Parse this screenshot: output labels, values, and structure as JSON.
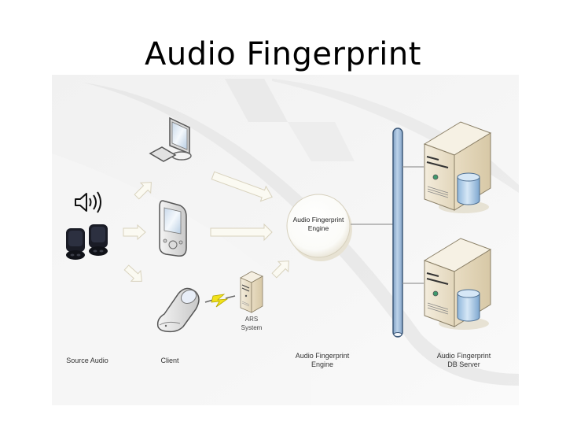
{
  "slide": {
    "title": "Audio Fingerprint"
  },
  "diagram": {
    "nodes": {
      "source_audio": {
        "icons": [
          "speaker-sound-icon",
          "speakers-icon"
        ]
      },
      "clients": [
        {
          "icon": "desktop-computer-icon"
        },
        {
          "icon": "pda-icon"
        },
        {
          "icon": "flip-phone-icon"
        }
      ],
      "ars_system": {
        "label_line1": "ARS",
        "label_line2": "System",
        "icon": "server-tower-icon"
      },
      "engine": {
        "label_line1": "Audio Fingerprint",
        "label_line2": "Engine"
      },
      "db_servers": [
        {
          "icon": "database-server-icon"
        },
        {
          "icon": "database-server-icon"
        }
      ]
    },
    "column_labels": {
      "source_audio": "Source Audio",
      "client": "Client",
      "engine_line1": "Audio Fingerprint",
      "engine_line2": "Engine",
      "db_line1": "Audio Fingerprint",
      "db_line2": "DB Server"
    },
    "colors": {
      "frame_bg": "#f0f0f0",
      "arrow_fill": "#fbfaf2",
      "arrow_stroke": "#d8d2bd",
      "bus_fill": "#a9c4e0",
      "bus_stroke": "#3e5a7a",
      "server_body": "#ece3cf",
      "db_cylinder": "#a8cbe8",
      "lightning": "#f2e21a"
    }
  }
}
